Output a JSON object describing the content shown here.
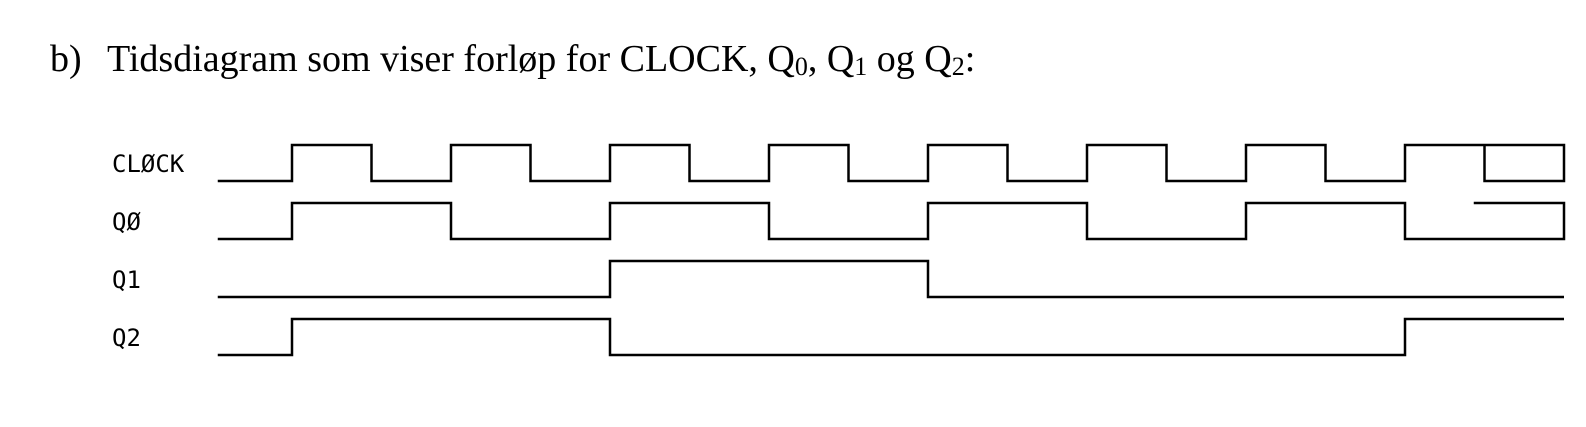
{
  "heading": {
    "part_label": "b)",
    "text_before": "Tidsdiagram som viser forløp for CLOCK, Q",
    "q0_sub": "0",
    "sep1": ", Q",
    "q1_sub": "1",
    "sep2": " og Q",
    "q2_sub": "2",
    "text_after": ":"
  },
  "timing": {
    "signals": [
      {
        "label": "CLØCK",
        "levels": [
          0,
          1,
          0,
          1,
          0,
          1,
          0,
          1,
          0,
          1,
          0,
          1,
          0,
          1,
          0,
          1,
          0,
          1
        ]
      },
      {
        "label": "QØ",
        "levels": [
          0,
          1,
          1,
          0,
          0,
          1,
          1,
          0,
          0,
          1,
          1,
          0,
          0,
          1,
          1,
          0,
          0,
          1
        ]
      },
      {
        "label": "Q1",
        "levels": [
          0,
          0,
          0,
          0,
          0,
          1,
          1,
          1,
          1,
          0,
          0,
          0,
          0,
          0,
          0,
          0,
          0,
          0
        ]
      },
      {
        "label": "Q2",
        "levels": [
          0,
          1,
          1,
          1,
          1,
          0,
          0,
          0,
          0,
          0,
          0,
          0,
          0,
          0,
          0,
          1,
          1,
          1
        ]
      }
    ]
  }
}
